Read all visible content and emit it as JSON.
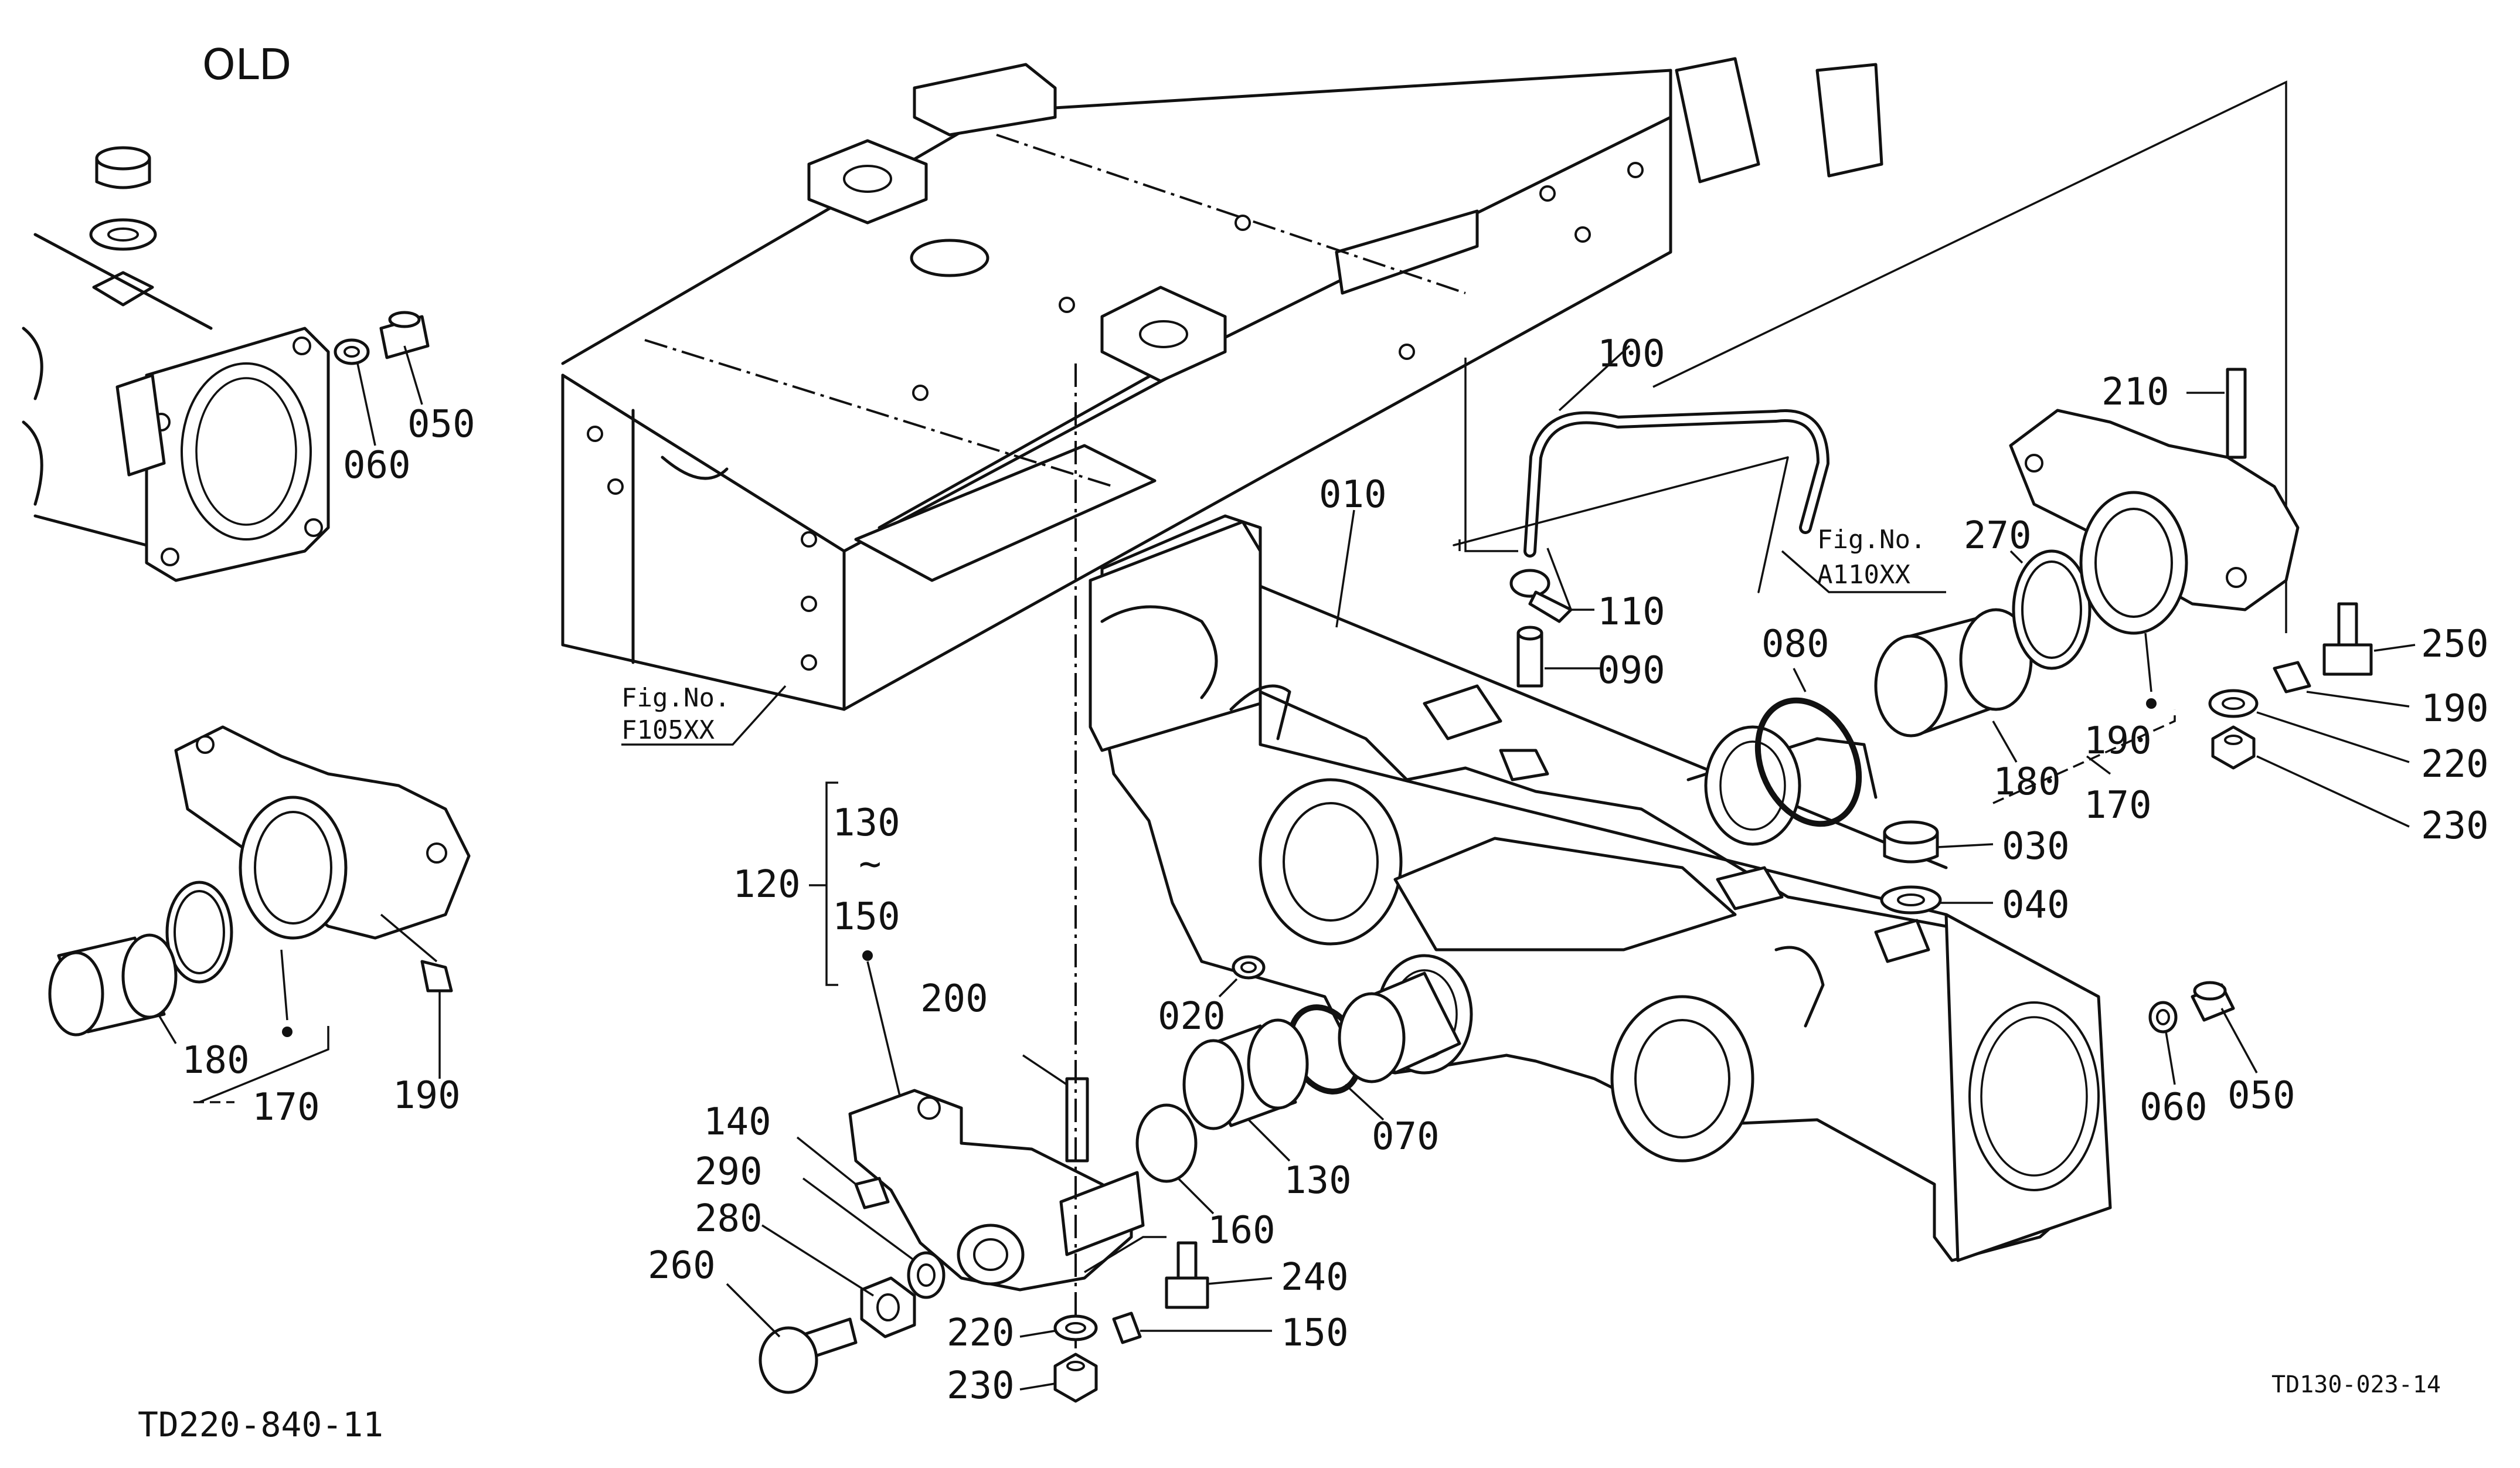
{
  "header": {
    "variant_label": "OLD"
  },
  "footer": {
    "old_drawing_code": "TD220-840-11",
    "main_drawing_code": "TD130-023-14"
  },
  "figure_refs": {
    "f105": {
      "line1": "Fig.No.",
      "line2": "F105XX"
    },
    "a110": {
      "line1": "Fig.No.",
      "line2": "A110XX"
    }
  },
  "old_inset_labels": {
    "p050": "050",
    "p060": "060",
    "p180": "180",
    "p170": "170",
    "p190": "190"
  },
  "part_labels": {
    "p010": "010",
    "p020": "020",
    "p030": "030",
    "p040": "040",
    "p050": "050",
    "p060": "060",
    "p070": "070",
    "p080": "080",
    "p090": "090",
    "p100": "100",
    "p110": "110",
    "p120": "120",
    "p130_group": "130",
    "tilde": "~",
    "p150_group": "150",
    "p130": "130",
    "p140": "140",
    "p150": "150",
    "p160": "160",
    "p170": "170",
    "p180": "180",
    "p190": "190",
    "p190b": "190",
    "p200": "200",
    "p210": "210",
    "p220": "220",
    "p220b": "220",
    "p230": "230",
    "p230b": "230",
    "p240": "240",
    "p250": "250",
    "p260": "260",
    "p270": "270",
    "p280": "280",
    "p290": "290"
  },
  "icons": [
    "front-axle-housing",
    "axle-frame",
    "grease-nipple",
    "bushing",
    "o-ring",
    "bracket",
    "bolt",
    "nut",
    "washer",
    "plug",
    "hose",
    "clamp"
  ]
}
